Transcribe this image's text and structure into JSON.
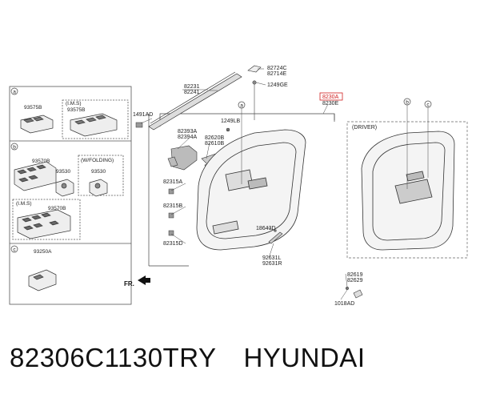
{
  "labels": {
    "a_1": "93575B",
    "a_ims": "(I.M.S)",
    "a_2": "93575B",
    "b_1": "93570B",
    "b_2": "93530",
    "b_wf": "(W/FOLDING)",
    "b_3": "93530",
    "b_ims": "(I.M.S)",
    "b_4": "93570B",
    "c_1": "93250A",
    "p82231": "82231",
    "p82241": "82241",
    "p1491ad": "1491AD",
    "p82724c": "82724C",
    "p82714e": "82714E",
    "p1249ge": "1249GE",
    "p82304": "8230A",
    "p8230e": "8230E",
    "p82393a": "82393A",
    "p82394a": "82394A",
    "p1249lb": "1249LB",
    "p82620b": "82620B",
    "p82610b": "82610B",
    "p82315a": "82315A",
    "p82315b": "82315B",
    "p82315d": "82315D",
    "p18643d": "18643D",
    "p92631l": "92631L",
    "p92631r": "92631R",
    "p82619": "82619",
    "p82629": "82629",
    "p1018ad": "1018AD",
    "driver": "(DRIVER)",
    "fr": "FR."
  },
  "callouts": {
    "a": "a",
    "b": "b",
    "c": "c"
  },
  "footer": {
    "part_number": "82306C1130TRY",
    "brand": "HYUNDAI"
  }
}
